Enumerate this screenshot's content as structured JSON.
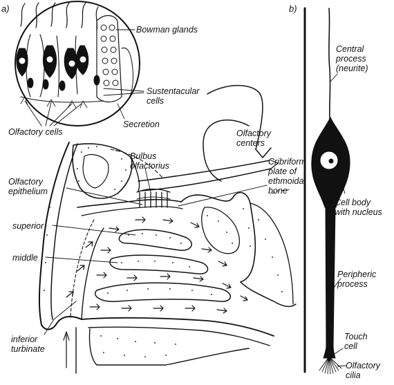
{
  "panels": {
    "a": "a)",
    "b": "b)"
  },
  "labels": {
    "bowman_glands": "Bowman glands",
    "sustentacular_cells": "Sustentacular\ncells",
    "secretion": "Secretion",
    "olfactory_cells": "Olfactory cells",
    "olfactory_centers": "Olfactory\ncenters",
    "bulbus_olfactorius": "Bulbus\nolfactorius",
    "cribriform_plate": "Cribriform\nplate of\nethmoidal\nbone",
    "olfactory_epithelium": "Olfactory\nepithelium",
    "superior": "superior",
    "middle": "middle",
    "inferior_turbinate": "inferior\nturbinate",
    "central_process": "Central\nprocess\n(neurite)",
    "cell_body": "Cell body\nwith nucleus",
    "peripheric_process": "Peripheric\nprocess",
    "touch_cell": "Touch\ncell",
    "olfactory_cilia": "Olfactory\ncilia"
  }
}
